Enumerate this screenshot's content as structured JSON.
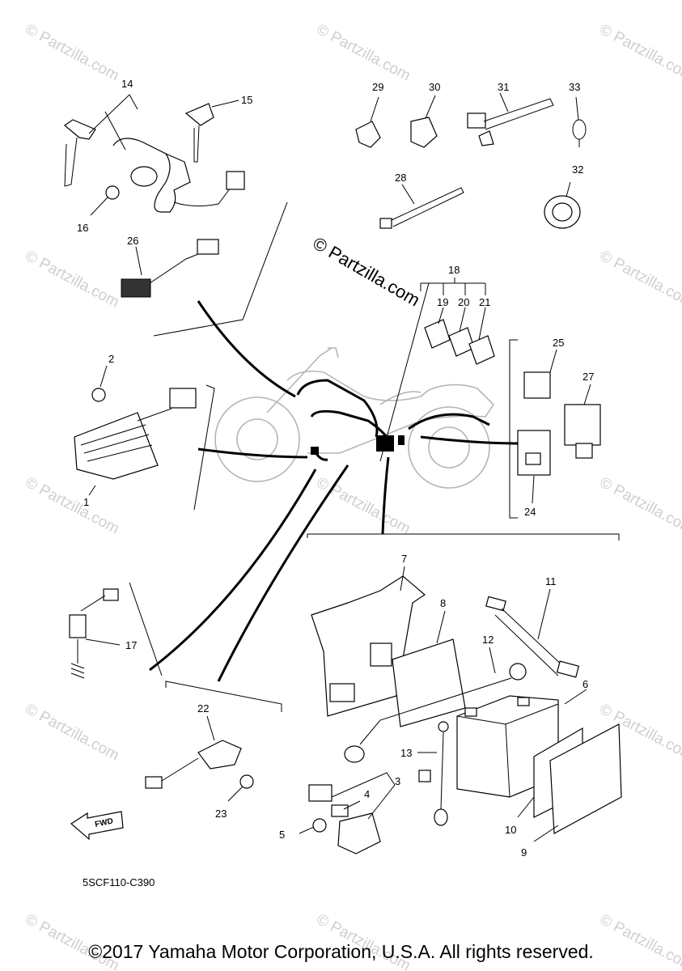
{
  "watermark": "© Partzilla.com",
  "main_watermark": "© Partzilla.com",
  "diagram_code": "5SCF110-C390",
  "fwd_label": "FWD",
  "copyright": "©2017 Yamaha Motor Corporation, U.S.A. All rights reserved.",
  "callouts": {
    "c1": "1",
    "c2": "2",
    "c3": "3",
    "c4": "4",
    "c5": "5",
    "c6": "6",
    "c7": "7",
    "c8": "8",
    "c9": "9",
    "c10": "10",
    "c11": "11",
    "c12": "12",
    "c13": "13",
    "c14": "14",
    "c15": "15",
    "c16": "16",
    "c17": "17",
    "c18": "18",
    "c19": "19",
    "c20": "20",
    "c21": "21",
    "c22": "22",
    "c23": "23",
    "c24": "24",
    "c25": "25",
    "c26": "26",
    "c27": "27",
    "c28": "28",
    "c29": "29",
    "c30": "30",
    "c31": "31",
    "c32": "32",
    "c33": "33"
  }
}
